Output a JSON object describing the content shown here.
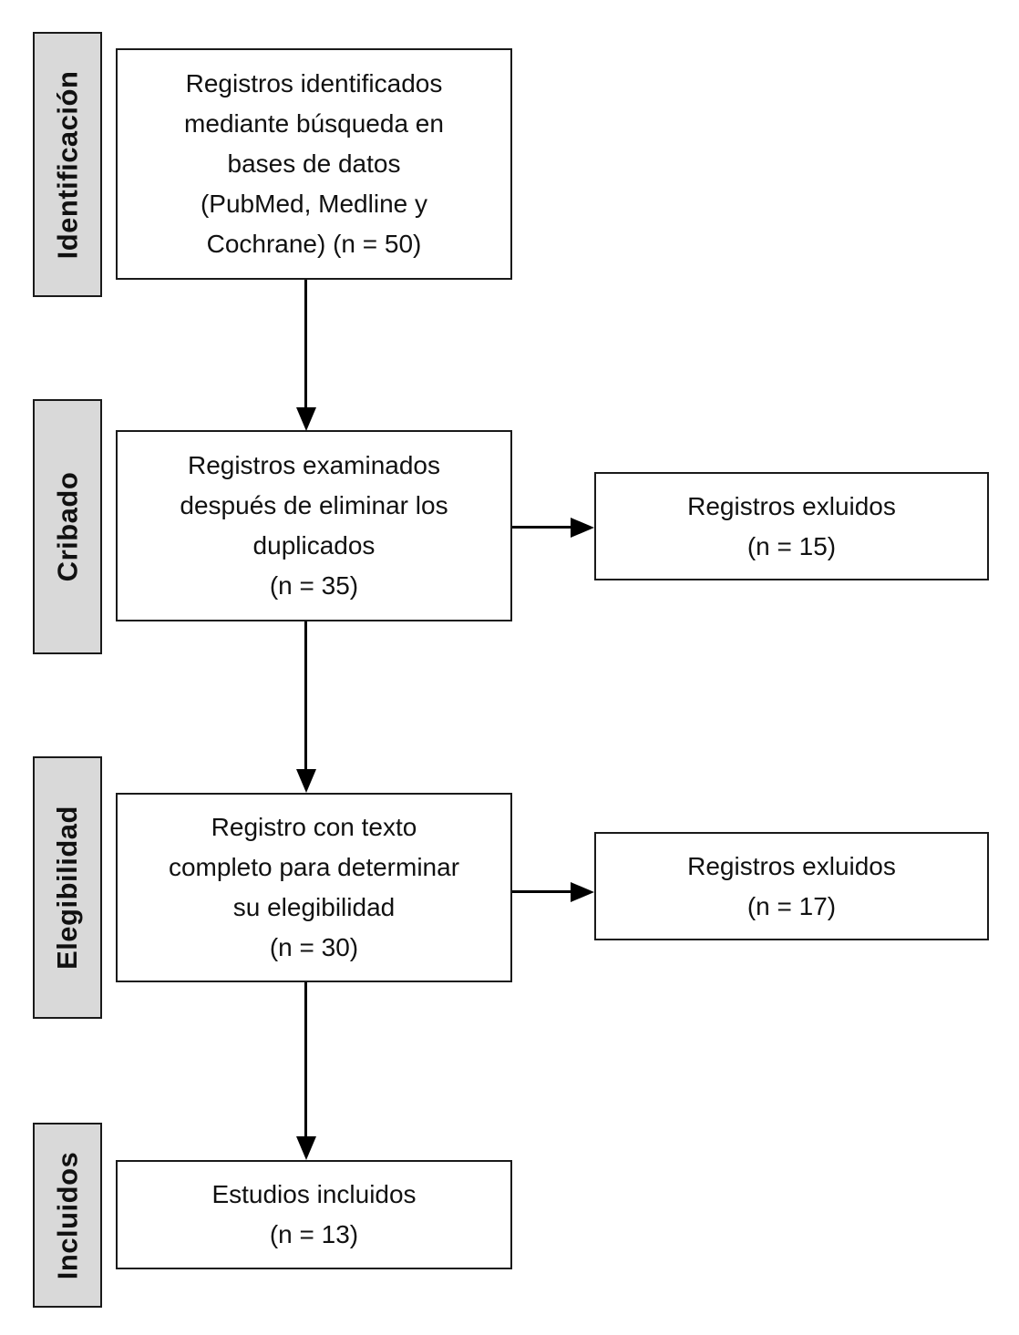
{
  "diagram": {
    "type": "prisma-flow",
    "language": "es",
    "colors": {
      "band_fill": "#d9d9d9",
      "box_fill": "#ffffff",
      "line": "#000000",
      "text": "#111111"
    },
    "bands": [
      {
        "id": "identificacion",
        "label": "Identificación"
      },
      {
        "id": "cribado",
        "label": "Cribado"
      },
      {
        "id": "elegibilidad",
        "label": "Elegibilidad"
      },
      {
        "id": "incluidos",
        "label": "Incluidos"
      }
    ],
    "boxes": {
      "identified": {
        "text": "Registros identificados\nmediante búsqueda en\nbases de datos\n(PubMed, Medline y\nCochrane) (n = 50)"
      },
      "screened": {
        "text": "Registros examinados\ndespués de eliminar los\nduplicados\n(n = 35)"
      },
      "excluded_screening": {
        "text": "Registros exluidos\n(n = 15)"
      },
      "fulltext": {
        "text": "Registro con texto\ncompleto para determinar\nsu elegibilidad\n(n = 30)"
      },
      "excluded_eligibility": {
        "text": "Registros exluidos\n(n = 17)"
      },
      "included": {
        "text": "Estudios incluidos\n(n = 13)"
      }
    }
  }
}
